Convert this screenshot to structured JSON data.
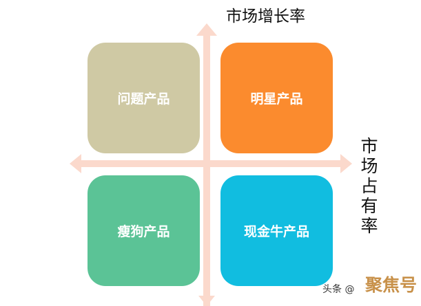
{
  "diagram": {
    "axis_y_label": "市场增长率",
    "axis_x_label": "市场占有率",
    "axis_color": "#fbd9cc",
    "quadrants": [
      {
        "label": "问题产品",
        "color": "#cfc9a4"
      },
      {
        "label": "明星产品",
        "color": "#fb8b2e"
      },
      {
        "label": "瘦狗产品",
        "color": "#5bc396"
      },
      {
        "label": "现金牛产品",
        "color": "#11bde0"
      }
    ]
  },
  "watermark": {
    "logo": "聚焦号",
    "source": "头条 @"
  }
}
